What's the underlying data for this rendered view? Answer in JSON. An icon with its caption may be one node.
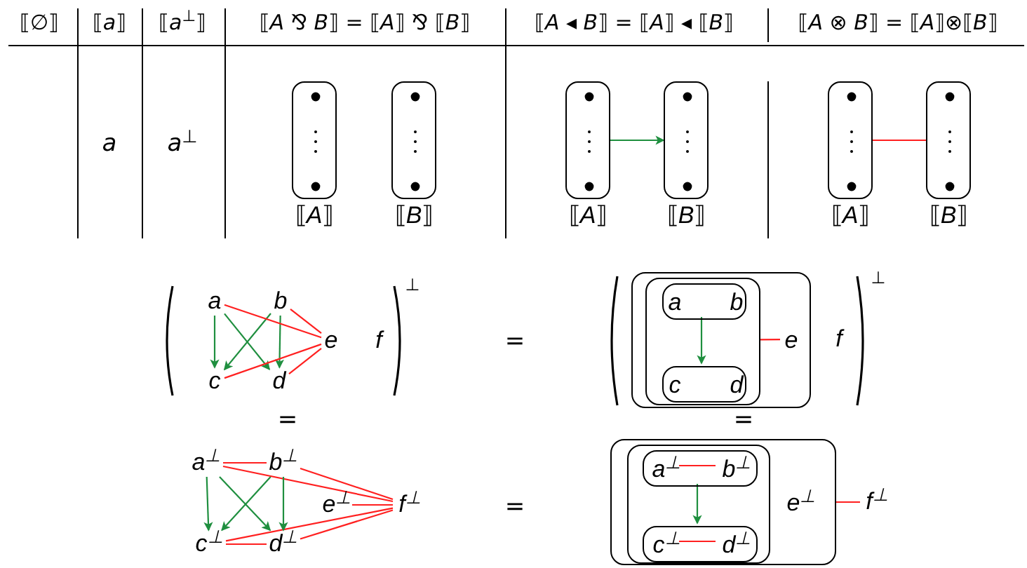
{
  "diagram": {
    "nodes": [
      {
        "text": [
          "⟦*A*⟧"
        ]
      },
      {
        "text": [
          "⟦*B*⟧"
        ]
      },
      {
        "text": [
          "⟦*A*⟧"
        ]
      },
      {
        "text": [
          "⟦*B*⟧"
        ]
      },
      {
        "text": [
          "⟦*A*⟧"
        ]
      },
      {
        "text": [
          "⟦*B*⟧"
        ]
      },
      {
        "text": [
          "a"
        ]
      },
      {
        "text": [
          "b"
        ]
      },
      {
        "text": [
          "c"
        ]
      },
      {
        "text": [
          "d"
        ]
      },
      {
        "text": [
          "e"
        ]
      },
      {
        "text": [
          "f"
        ]
      },
      {
        "text": [],
        "shape": "box"
      },
      {
        "text": [],
        "shape": "box",
        "in": 12
      },
      {
        "text": [],
        "shape": "box",
        "in": 13
      },
      {
        "text": [
          "a"
        ],
        "in": 14
      },
      {
        "text": [
          "b"
        ],
        "in": 14
      },
      {
        "text": [],
        "shape": "box",
        "in": 13
      },
      {
        "text": [
          "c"
        ],
        "in": 17
      },
      {
        "text": [
          "d"
        ],
        "in": 17
      },
      {
        "text": [
          "e"
        ],
        "in": 12
      },
      {
        "text": [
          "f"
        ]
      },
      {
        "text": [
          "a$^{⊥}$"
        ]
      },
      {
        "text": [
          "b$^{⊥}$"
        ]
      },
      {
        "text": [
          "c$^{⊥}$"
        ]
      },
      {
        "text": [
          "d$^{⊥}$"
        ]
      },
      {
        "text": [
          "e$^{⊥}$"
        ]
      },
      {
        "text": [
          "f$^{⊥}$"
        ]
      },
      {
        "text": [],
        "shape": "box"
      },
      {
        "text": [],
        "shape": "box",
        "in": 28
      },
      {
        "text": [],
        "shape": "box",
        "in": 29
      },
      {
        "text": [
          "a$^{⊥}$"
        ],
        "in": 30
      },
      {
        "text": [
          "b$^{⊥}$"
        ],
        "in": 30
      },
      {
        "text": [],
        "shape": "box",
        "in": 29
      },
      {
        "text": [
          "c$^{⊥}$"
        ],
        "in": 33
      },
      {
        "text": [
          "d$^{⊥}$"
        ],
        "in": 33
      },
      {
        "text": [
          "e$^{⊥}$"
        ],
        "in": 28
      },
      {
        "text": [
          "f$^{⊥}$"
        ]
      }
    ],
    "edges": [
      {
        "from": 2,
        "to": 3,
        "arrow": "to",
        "color": "#1f8f3f"
      },
      {
        "from": 4,
        "to": 5,
        "arrow": "none"
      },
      {
        "from": 6,
        "to": 8,
        "arrow": "to",
        "color": "#1f8f3f"
      },
      {
        "from": 6,
        "to": 9,
        "arrow": "to",
        "color": "#1f8f3f"
      },
      {
        "from": 7,
        "to": 8,
        "arrow": "to",
        "color": "#1f8f3f"
      },
      {
        "from": 7,
        "to": 9,
        "arrow": "to",
        "color": "#1f8f3f"
      },
      {
        "from": 6,
        "to": 10,
        "arrow": "none"
      },
      {
        "from": 7,
        "to": 10,
        "arrow": "none"
      },
      {
        "from": 8,
        "to": 10,
        "arrow": "none"
      },
      {
        "from": 9,
        "to": 10,
        "arrow": "none"
      },
      {
        "from": 14,
        "to": 17,
        "arrow": "to",
        "color": "#1f8f3f"
      },
      {
        "from": 13,
        "to": 20,
        "arrow": "none"
      },
      {
        "from": 22,
        "to": 23,
        "arrow": "none"
      },
      {
        "from": 24,
        "to": 25,
        "arrow": "none"
      },
      {
        "from": 22,
        "to": 27,
        "arrow": "none"
      },
      {
        "from": 23,
        "to": 27,
        "arrow": "none"
      },
      {
        "from": 26,
        "to": 27,
        "arrow": "none"
      },
      {
        "from": 24,
        "to": 27,
        "arrow": "none"
      },
      {
        "from": 25,
        "to": 27,
        "arrow": "none"
      },
      {
        "from": 22,
        "to": 24,
        "arrow": "to",
        "color": "#1f8f3f"
      },
      {
        "from": 22,
        "to": 25,
        "arrow": "to",
        "color": "#1f8f3f"
      },
      {
        "from": 23,
        "to": 24,
        "arrow": "to",
        "color": "#1f8f3f"
      },
      {
        "from": 23,
        "to": 25,
        "arrow": "to",
        "color": "#1f8f3f"
      },
      {
        "from": 30,
        "to": 33,
        "arrow": "to",
        "color": "#1f8f3f"
      },
      {
        "from": 31,
        "to": 32,
        "arrow": "none"
      },
      {
        "from": 34,
        "to": 35,
        "arrow": "none"
      },
      {
        "from": 28,
        "to": 37,
        "arrow": "none"
      }
    ],
    "labels": [
      "⟦∅⟧",
      "⟦*a*⟧",
      "⟦*a*$^{⊥}$⟧",
      "⟦*A* ⅋ *B*⟧ = ⟦*A*⟧ ⅋ ⟦*B*⟧",
      "⟦*A* ◂ *B*⟧ = ⟦*A*⟧ ◂ ⟦*B*⟧",
      "⟦*A* ⊗ *B*⟧ = ⟦*A*⟧⊗⟦*B*⟧",
      "a",
      "a$^{⊥}$",
      "⊥",
      "=",
      "⊥",
      "=",
      "=",
      "="
    ]
  }
}
